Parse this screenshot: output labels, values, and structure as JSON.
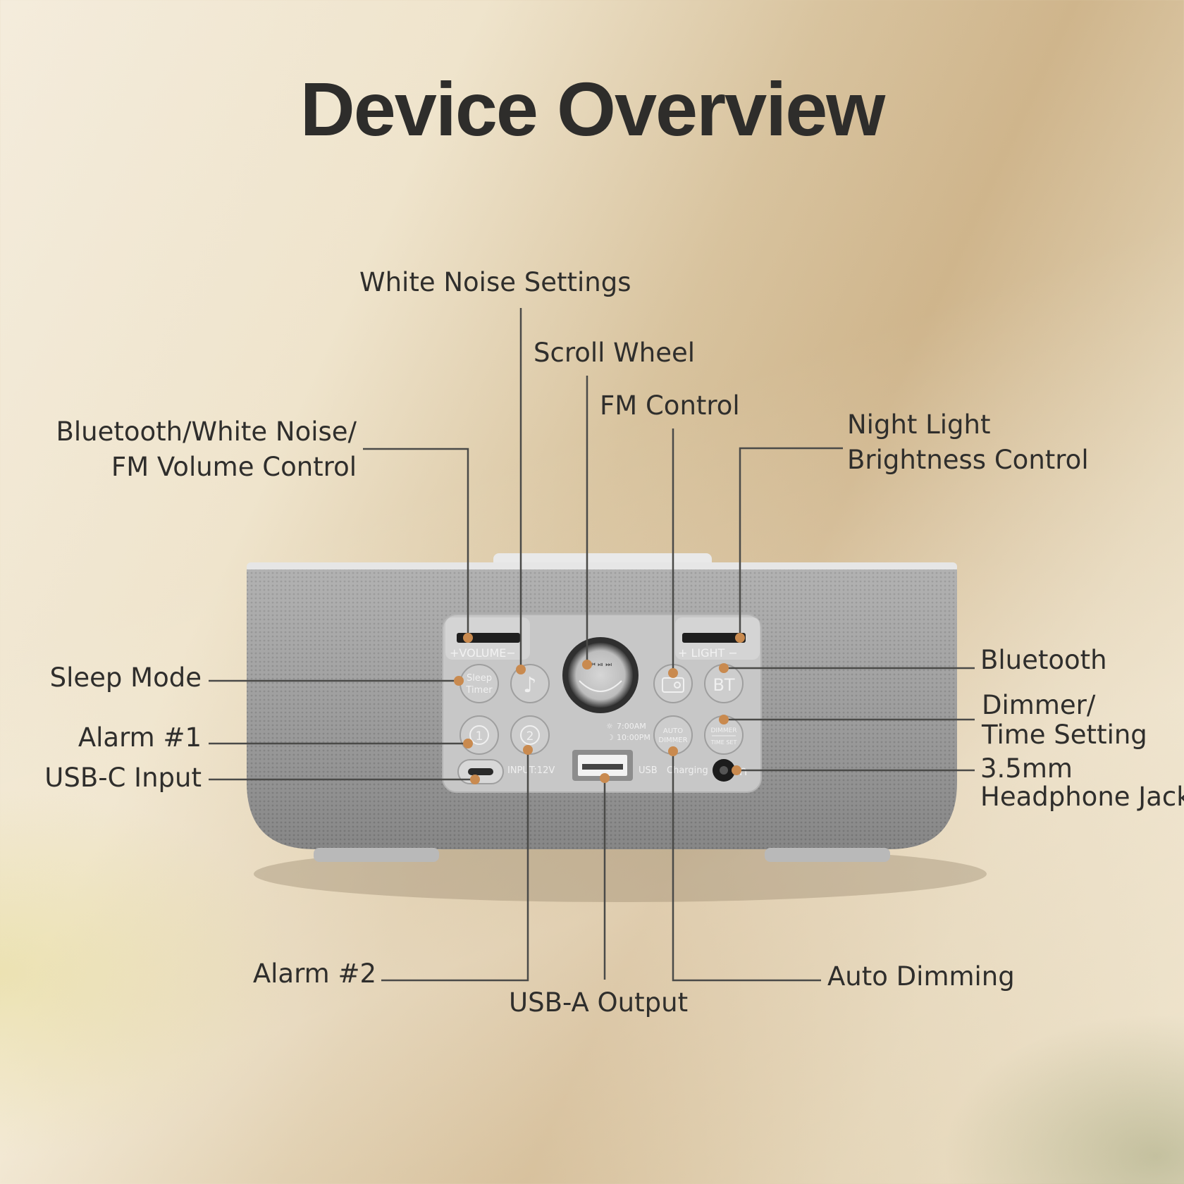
{
  "title": "Device Overview",
  "labels": {
    "white_noise": "White Noise Settings",
    "scroll_wheel": "Scroll Wheel",
    "fm_control": "FM Control",
    "volume_line1": "Bluetooth/White Noise/",
    "volume_line2": "FM Volume Control",
    "night_light_line1": "Night Light",
    "night_light_line2": "Brightness Control",
    "sleep_mode": "Sleep Mode",
    "alarm1": "Alarm #1",
    "usbc": "USB-C Input",
    "bluetooth": "Bluetooth",
    "dimmer_line1": "Dimmer/",
    "dimmer_line2": "Time Setting",
    "jack_line1": "3.5mm",
    "jack_line2": "Headphone Jack",
    "alarm2": "Alarm #2",
    "usba": "USB-A Output",
    "auto_dimming": "Auto Dimming"
  },
  "device": {
    "volume": "+VOLUME−",
    "light": "+ LIGHT −",
    "sleep1": "Sleep",
    "sleep2": "Timer",
    "bt": "BT",
    "auto1": "AUTO",
    "auto2": "DIMMER",
    "dim1": "DIMMER",
    "dim2": "TIME SET",
    "time_am": "7:00AM",
    "time_pm": "10:00PM",
    "input": "INPUT:12V",
    "usb": "USB",
    "charging": "Charging"
  },
  "colors": {
    "accent_dot": "#c98a4f",
    "leader": "#4a4a48",
    "panel": "#c9c9c9",
    "body": "#a7a7a7"
  }
}
